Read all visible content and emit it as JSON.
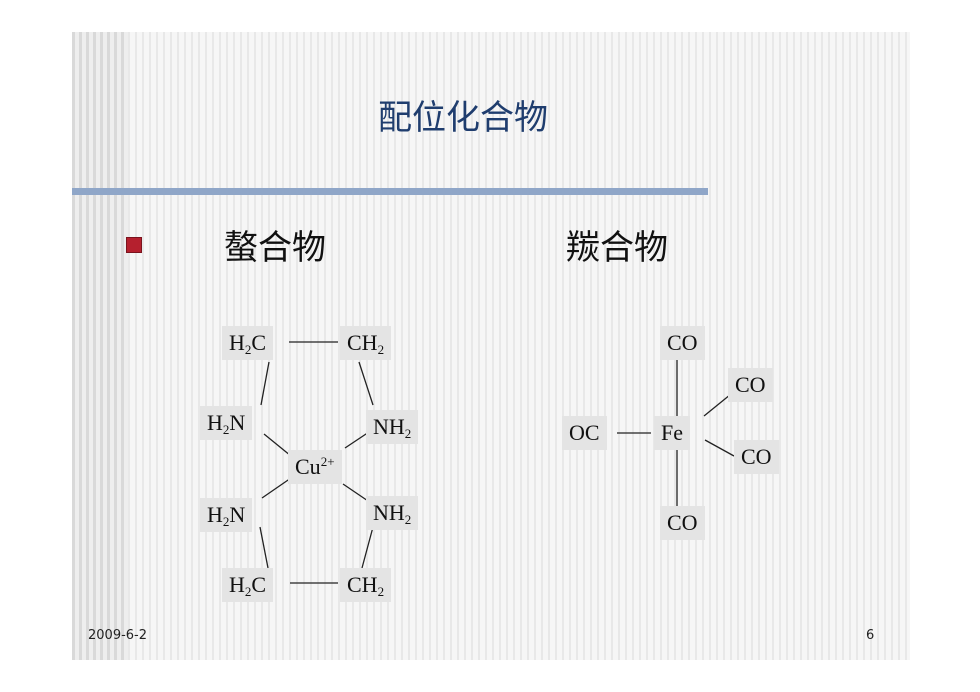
{
  "slide": {
    "title": "配位化合物",
    "bullet_color": "#b5202e",
    "title_color": "#1f3d6e",
    "rule_color": "#8fa6c8"
  },
  "headings": {
    "chelate": "螯合物",
    "carbonyl": "羰合物"
  },
  "chelate_structure": {
    "top_left": {
      "main": "H",
      "sub": "2",
      "rest": "C"
    },
    "top_right": {
      "main": "CH",
      "sub": "2"
    },
    "mid_left_upper": {
      "main": "H",
      "sub": "2",
      "rest": "N"
    },
    "mid_right_upper": {
      "main": "NH",
      "sub": "2"
    },
    "center": {
      "main": "Cu",
      "sup": "2+"
    },
    "mid_left_lower": {
      "main": "H",
      "sub": "2",
      "rest": "N"
    },
    "mid_right_lower": {
      "main": "NH",
      "sub": "2"
    },
    "bottom_left": {
      "main": "H",
      "sub": "2",
      "rest": "C"
    },
    "bottom_right": {
      "main": "CH",
      "sub": "2"
    }
  },
  "carbonyl_structure": {
    "top": "CO",
    "upper_right": "CO",
    "left": "OC",
    "center": "Fe",
    "lower_right": "CO",
    "bottom": "CO"
  },
  "footer": {
    "date": "2009-6-2",
    "page": "6"
  }
}
